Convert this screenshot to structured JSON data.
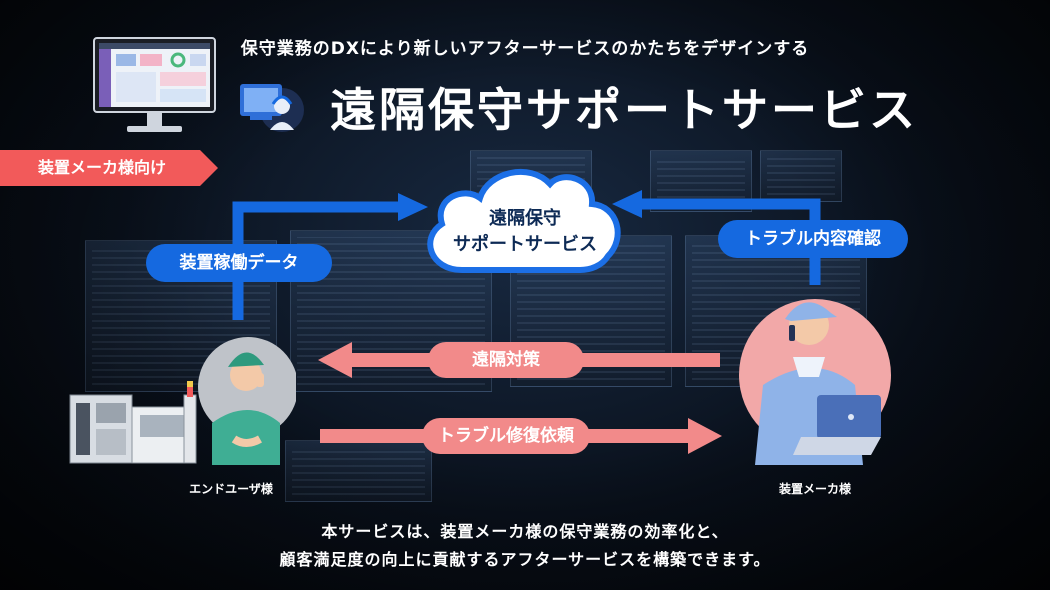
{
  "header": {
    "tagline": "保守業務のDXにより新しいアフターサービスのかたちをデザインする",
    "title": "遠隔保守サポートサービス"
  },
  "tag": {
    "maker_target": "装置メーカ様向け"
  },
  "cloud": {
    "line1": "遠隔保守",
    "line2": "サポートサービス"
  },
  "flows": {
    "equipment_data": "装置稼働データ",
    "trouble_check": "トラブル内容確認",
    "remote_action": "遠隔対策",
    "repair_request": "トラブル修復依頼"
  },
  "people": {
    "end_user": "エンドユーザ様",
    "maker": "装置メーカ様"
  },
  "description": {
    "line1": "本サービスは、装置メーカ様の保守業務の効率化と、",
    "line2": "顧客満足度の向上に貢献するアフターサービスを構築できます。"
  },
  "colors": {
    "blue": "#1569e0",
    "pink": "#f28a8a",
    "maker_tag": "#f25a5a",
    "cloud_edge": "#1c6fe6"
  }
}
